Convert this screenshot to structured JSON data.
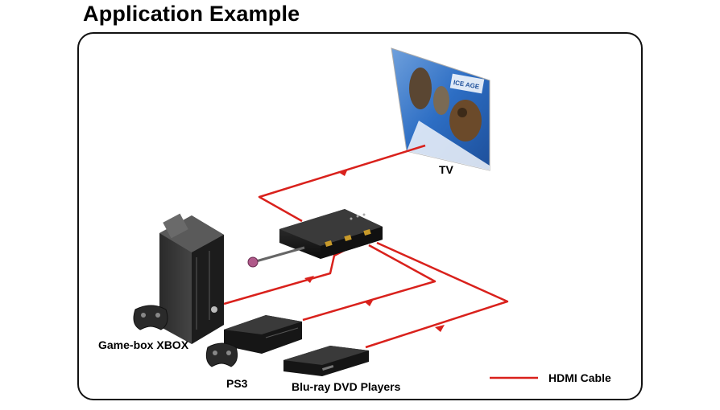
{
  "title": "Application Example",
  "labels": {
    "tv": "TV",
    "xbox": "Game-box XBOX",
    "ps3": "PS3",
    "bluray": "Blu-ray DVD Players"
  },
  "legend": {
    "label": "HDMI Cable",
    "color": "#d9211c"
  },
  "tv_screen": {
    "logo": "ICE AGE"
  }
}
